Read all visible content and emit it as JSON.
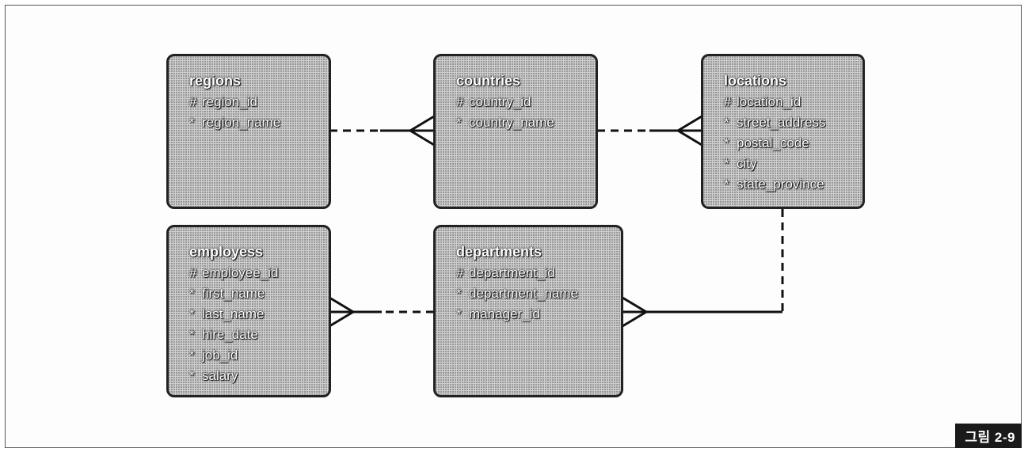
{
  "entities": {
    "regions": {
      "name": "regions",
      "attrs": [
        {
          "mark": "#",
          "name": "region_id"
        },
        {
          "mark": "*",
          "name": "region_name"
        }
      ]
    },
    "countries": {
      "name": "countries",
      "attrs": [
        {
          "mark": "#",
          "name": "country_id"
        },
        {
          "mark": "*",
          "name": "country_name"
        }
      ]
    },
    "locations": {
      "name": "locations",
      "attrs": [
        {
          "mark": "#",
          "name": "location_id"
        },
        {
          "mark": "*",
          "name": "street_address"
        },
        {
          "mark": "*",
          "name": "postal_code"
        },
        {
          "mark": "*",
          "name": "city"
        },
        {
          "mark": "*",
          "name": "state_province"
        }
      ]
    },
    "employees": {
      "name": "employess",
      "attrs": [
        {
          "mark": "#",
          "name": "employee_id"
        },
        {
          "mark": "*",
          "name": "first_name"
        },
        {
          "mark": "*",
          "name": "last_name"
        },
        {
          "mark": "*",
          "name": "hire_date"
        },
        {
          "mark": "*",
          "name": "job_id"
        },
        {
          "mark": "*",
          "name": "salary"
        }
      ]
    },
    "departments": {
      "name": "departments",
      "attrs": [
        {
          "mark": "#",
          "name": "department_id"
        },
        {
          "mark": "*",
          "name": "department_name"
        },
        {
          "mark": "*",
          "name": "manager_id"
        }
      ]
    }
  },
  "figure_label": "그림 2-9"
}
